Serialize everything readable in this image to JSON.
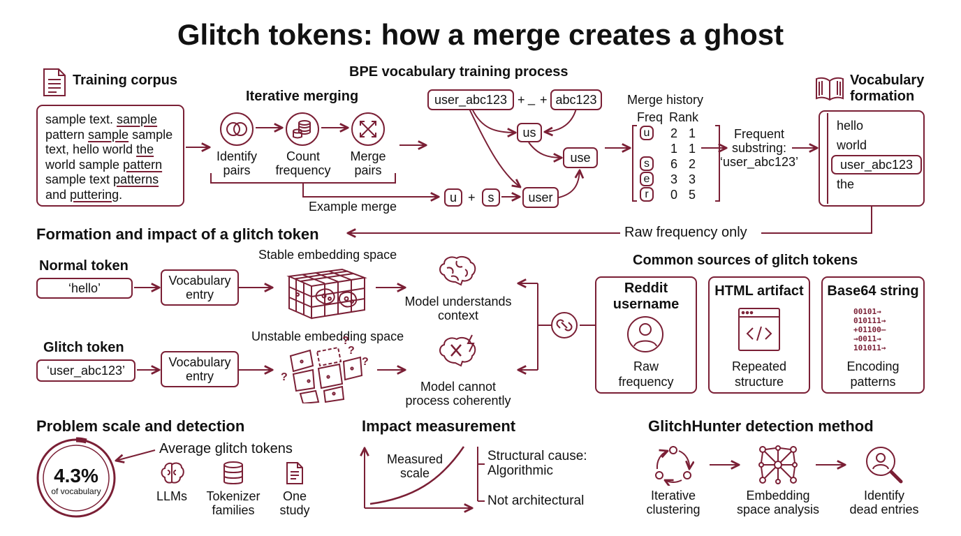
{
  "title": "Glitch tokens: how a merge creates a ghost",
  "top": {
    "corpus": {
      "heading": "Training corpus",
      "lines": [
        [
          {
            "t": "sample text. ",
            "u": false
          },
          {
            "t": "sample",
            "u": true
          }
        ],
        [
          {
            "t": "pattern ",
            "u": false
          },
          {
            "t": "sample",
            "u": true
          },
          {
            "t": " sample",
            "u": false
          }
        ],
        [
          {
            "t": "text, hello world ",
            "u": false
          },
          {
            "t": "the",
            "u": true
          }
        ],
        [
          {
            "t": "world sample ",
            "u": false
          },
          {
            "t": "pattern",
            "u": true
          }
        ],
        [
          {
            "t": "sample text ",
            "u": false
          },
          {
            "t": "patterns",
            "u": true
          }
        ],
        [
          {
            "t": "and ",
            "u": false
          },
          {
            "t": "puttering",
            "u": true
          },
          {
            "t": ".",
            "u": false
          }
        ]
      ]
    },
    "bpe_heading": "BPE vocabulary training process",
    "merging": {
      "heading": "Iterative merging",
      "steps": [
        "Identify\npairs",
        "Count\nfrequency",
        "Merge\npairs"
      ],
      "example_label": "Example merge"
    },
    "merge_tree": {
      "token": "user_abc123",
      "plus1": "+",
      "underscore": "_",
      "plus2": "+",
      "suffix": "abc123",
      "us": "us",
      "use": "use",
      "u": "u",
      "plus3": "+",
      "s": "s",
      "user": "user"
    },
    "history": {
      "heading": "Merge history",
      "col_freq": "Freq",
      "col_rank": "Rank",
      "rows": [
        {
          "tok": "u",
          "freq": "2",
          "rank": "1"
        },
        {
          "tok": "",
          "freq": "1",
          "rank": "1"
        },
        {
          "tok": "s",
          "freq": "6",
          "rank": "2"
        },
        {
          "tok": "e",
          "freq": "3",
          "rank": "3"
        },
        {
          "tok": "r",
          "freq": "0",
          "rank": "5"
        }
      ]
    },
    "frequent_substring": "Frequent\nsubstring:\n‘user_abc123’",
    "vocabulary": {
      "heading": "Vocabulary\nformation",
      "items": [
        "hello",
        "world",
        "user_abc123",
        "the"
      ]
    }
  },
  "raw_frequency_label": "Raw frequency only",
  "formation": {
    "heading": "Formation and impact of a glitch token",
    "normal": {
      "heading": "Normal token",
      "token": "‘hello’",
      "entry": "Vocabulary\nentry",
      "space": "Stable embedding space",
      "result": "Model understands\ncontext"
    },
    "glitch": {
      "heading": "Glitch token",
      "token": "‘user_abc123’",
      "entry": "Vocabulary\nentry",
      "space": "Unstable embedding space",
      "result": "Model cannot\nprocess coherently",
      "q": "?"
    }
  },
  "sources": {
    "heading": "Common sources of glitch tokens",
    "cards": [
      {
        "title": "Reddit\nusername",
        "caption": "Raw\nfrequency"
      },
      {
        "title": "HTML artifact",
        "caption": "Repeated\nstructure"
      },
      {
        "title": "Base64 string",
        "caption": "Encoding\npatterns"
      }
    ],
    "base64_lines": [
      "00101→",
      "010111→",
      "+01100–",
      "→0011→",
      "101011→"
    ]
  },
  "scale": {
    "heading": "Problem scale and detection",
    "value": "4.3%",
    "value_fraction": 0.043,
    "value_caption": "of vocabulary",
    "avg_label": "Average glitch tokens",
    "items": [
      "LLMs",
      "Tokenizer\nfamilies",
      "One\nstudy"
    ]
  },
  "impact": {
    "heading": "Impact measurement",
    "curve_label": "Measured\nscale",
    "cause": "Structural cause:\nAlgorithmic",
    "not_arch": "Not architectural"
  },
  "hunter": {
    "heading": "GlitchHunter detection method",
    "steps": [
      "Iterative\nclustering",
      "Embedding\nspace analysis",
      "Identify\ndead entries"
    ]
  },
  "colors": {
    "accent": "#7a1f35",
    "text": "#111111",
    "background": "#ffffff"
  },
  "icons": [
    "document-icon",
    "book-icon",
    "venn-icon",
    "coins-icon",
    "merge-arrows-icon",
    "grid-cube-icon",
    "broken-cube-icon",
    "brain-icon",
    "brain-broken-icon",
    "link-broken-icon",
    "user-icon",
    "code-window-icon",
    "binary-icon",
    "cycle-icon",
    "network-icon",
    "magnifier-user-icon",
    "brain-small-icon",
    "database-icon",
    "document-small-icon"
  ]
}
